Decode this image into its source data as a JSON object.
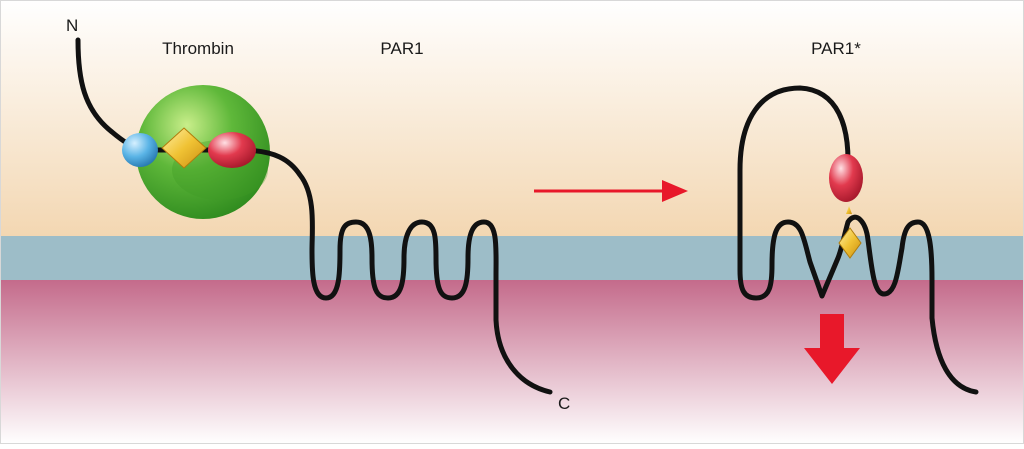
{
  "labels": {
    "n_terminus": "N",
    "c_terminus": "C",
    "thrombin": "Thrombin",
    "par1": "PAR1",
    "par1_active": "PAR1*"
  },
  "colors": {
    "extracellular_top": "#ffffff",
    "extracellular_bottom": "#f3d7b2",
    "membrane": "#9dbdc8",
    "cytoplasm_top": "#c46b8b",
    "cytoplasm_bottom": "#ffffff",
    "thrombin_green": "#5fb83a",
    "thrombin_dark": "#2e8a1e",
    "blue_site": "#5ab4e6",
    "red_site": "#e23a4e",
    "diamond": "#f0c234",
    "arrow_red": "#e8182a",
    "chain": "#111111"
  }
}
